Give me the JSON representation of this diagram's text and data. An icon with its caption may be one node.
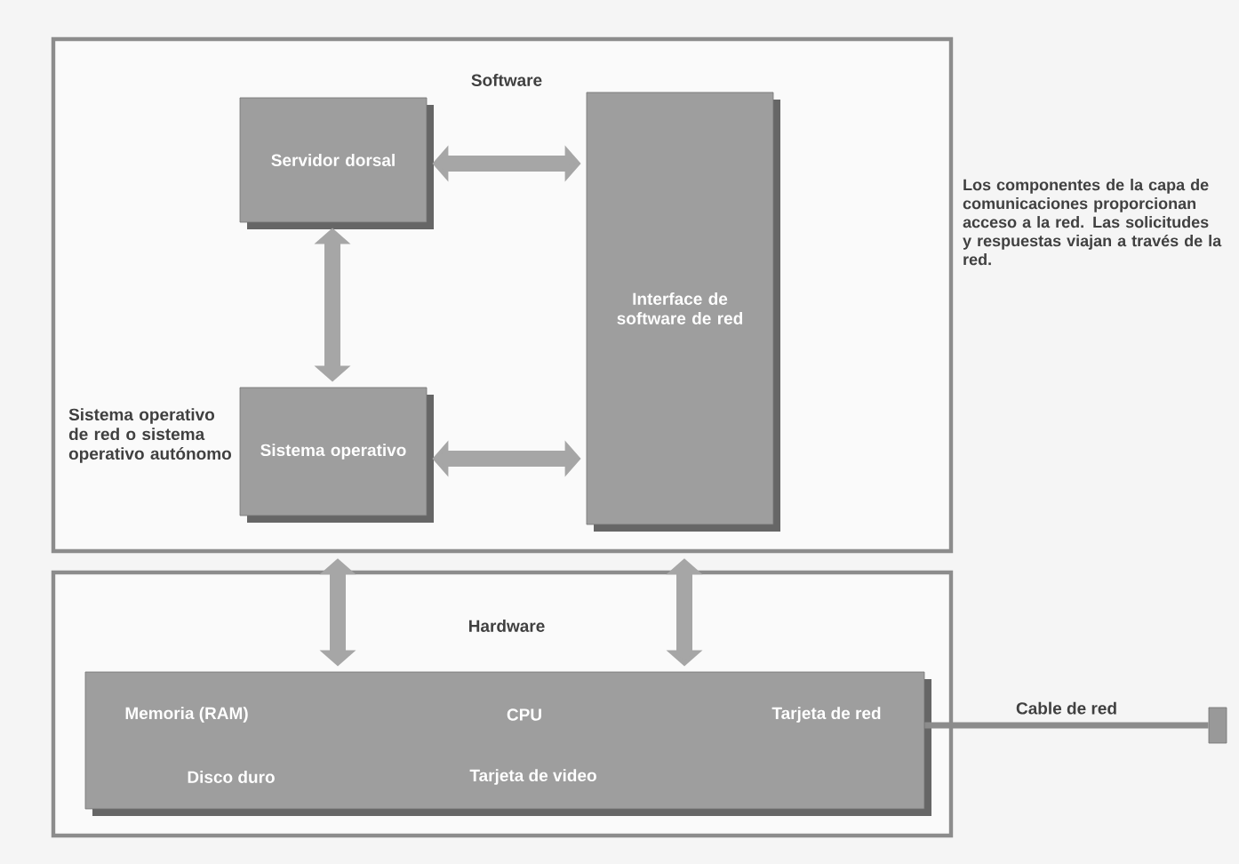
{
  "diagram": {
    "nodes": [
      {
        "text": [
          "Software",
          "Sistema operativo de red o sistema operativo autónomo"
        ]
      },
      {
        "text": [
          "Servidor dorsal"
        ],
        "in": 0
      },
      {
        "text": [
          "Interface de software de red"
        ],
        "in": 0
      },
      {
        "text": [
          "Sistema operativo"
        ],
        "in": 0
      },
      {
        "text": [
          "Hardware"
        ]
      },
      {
        "text": [
          "Memoria (RAM)",
          "CPU",
          "Tarjeta de red",
          "Disco duro",
          "Tarjeta de video"
        ],
        "in": 4
      },
      {
        "text": [],
        "shape": "bar"
      }
    ],
    "edges": [
      {
        "from": 1,
        "to": 2,
        "arrow": "both"
      },
      {
        "from": 1,
        "to": 3,
        "arrow": "both"
      },
      {
        "from": 3,
        "to": 2,
        "arrow": "both"
      },
      {
        "from": 0,
        "to": 5,
        "arrow": "both"
      },
      {
        "from": 0,
        "to": 5,
        "arrow": "both"
      },
      {
        "from": 5,
        "to": 6,
        "arrow": "none",
        "label": "Cable de red"
      }
    ],
    "labels": [
      "Los componentes de la capa de comunicaciones proporcionan acceso a la red. Las solicitudes y respuestas viajan a través de la red."
    ]
  }
}
